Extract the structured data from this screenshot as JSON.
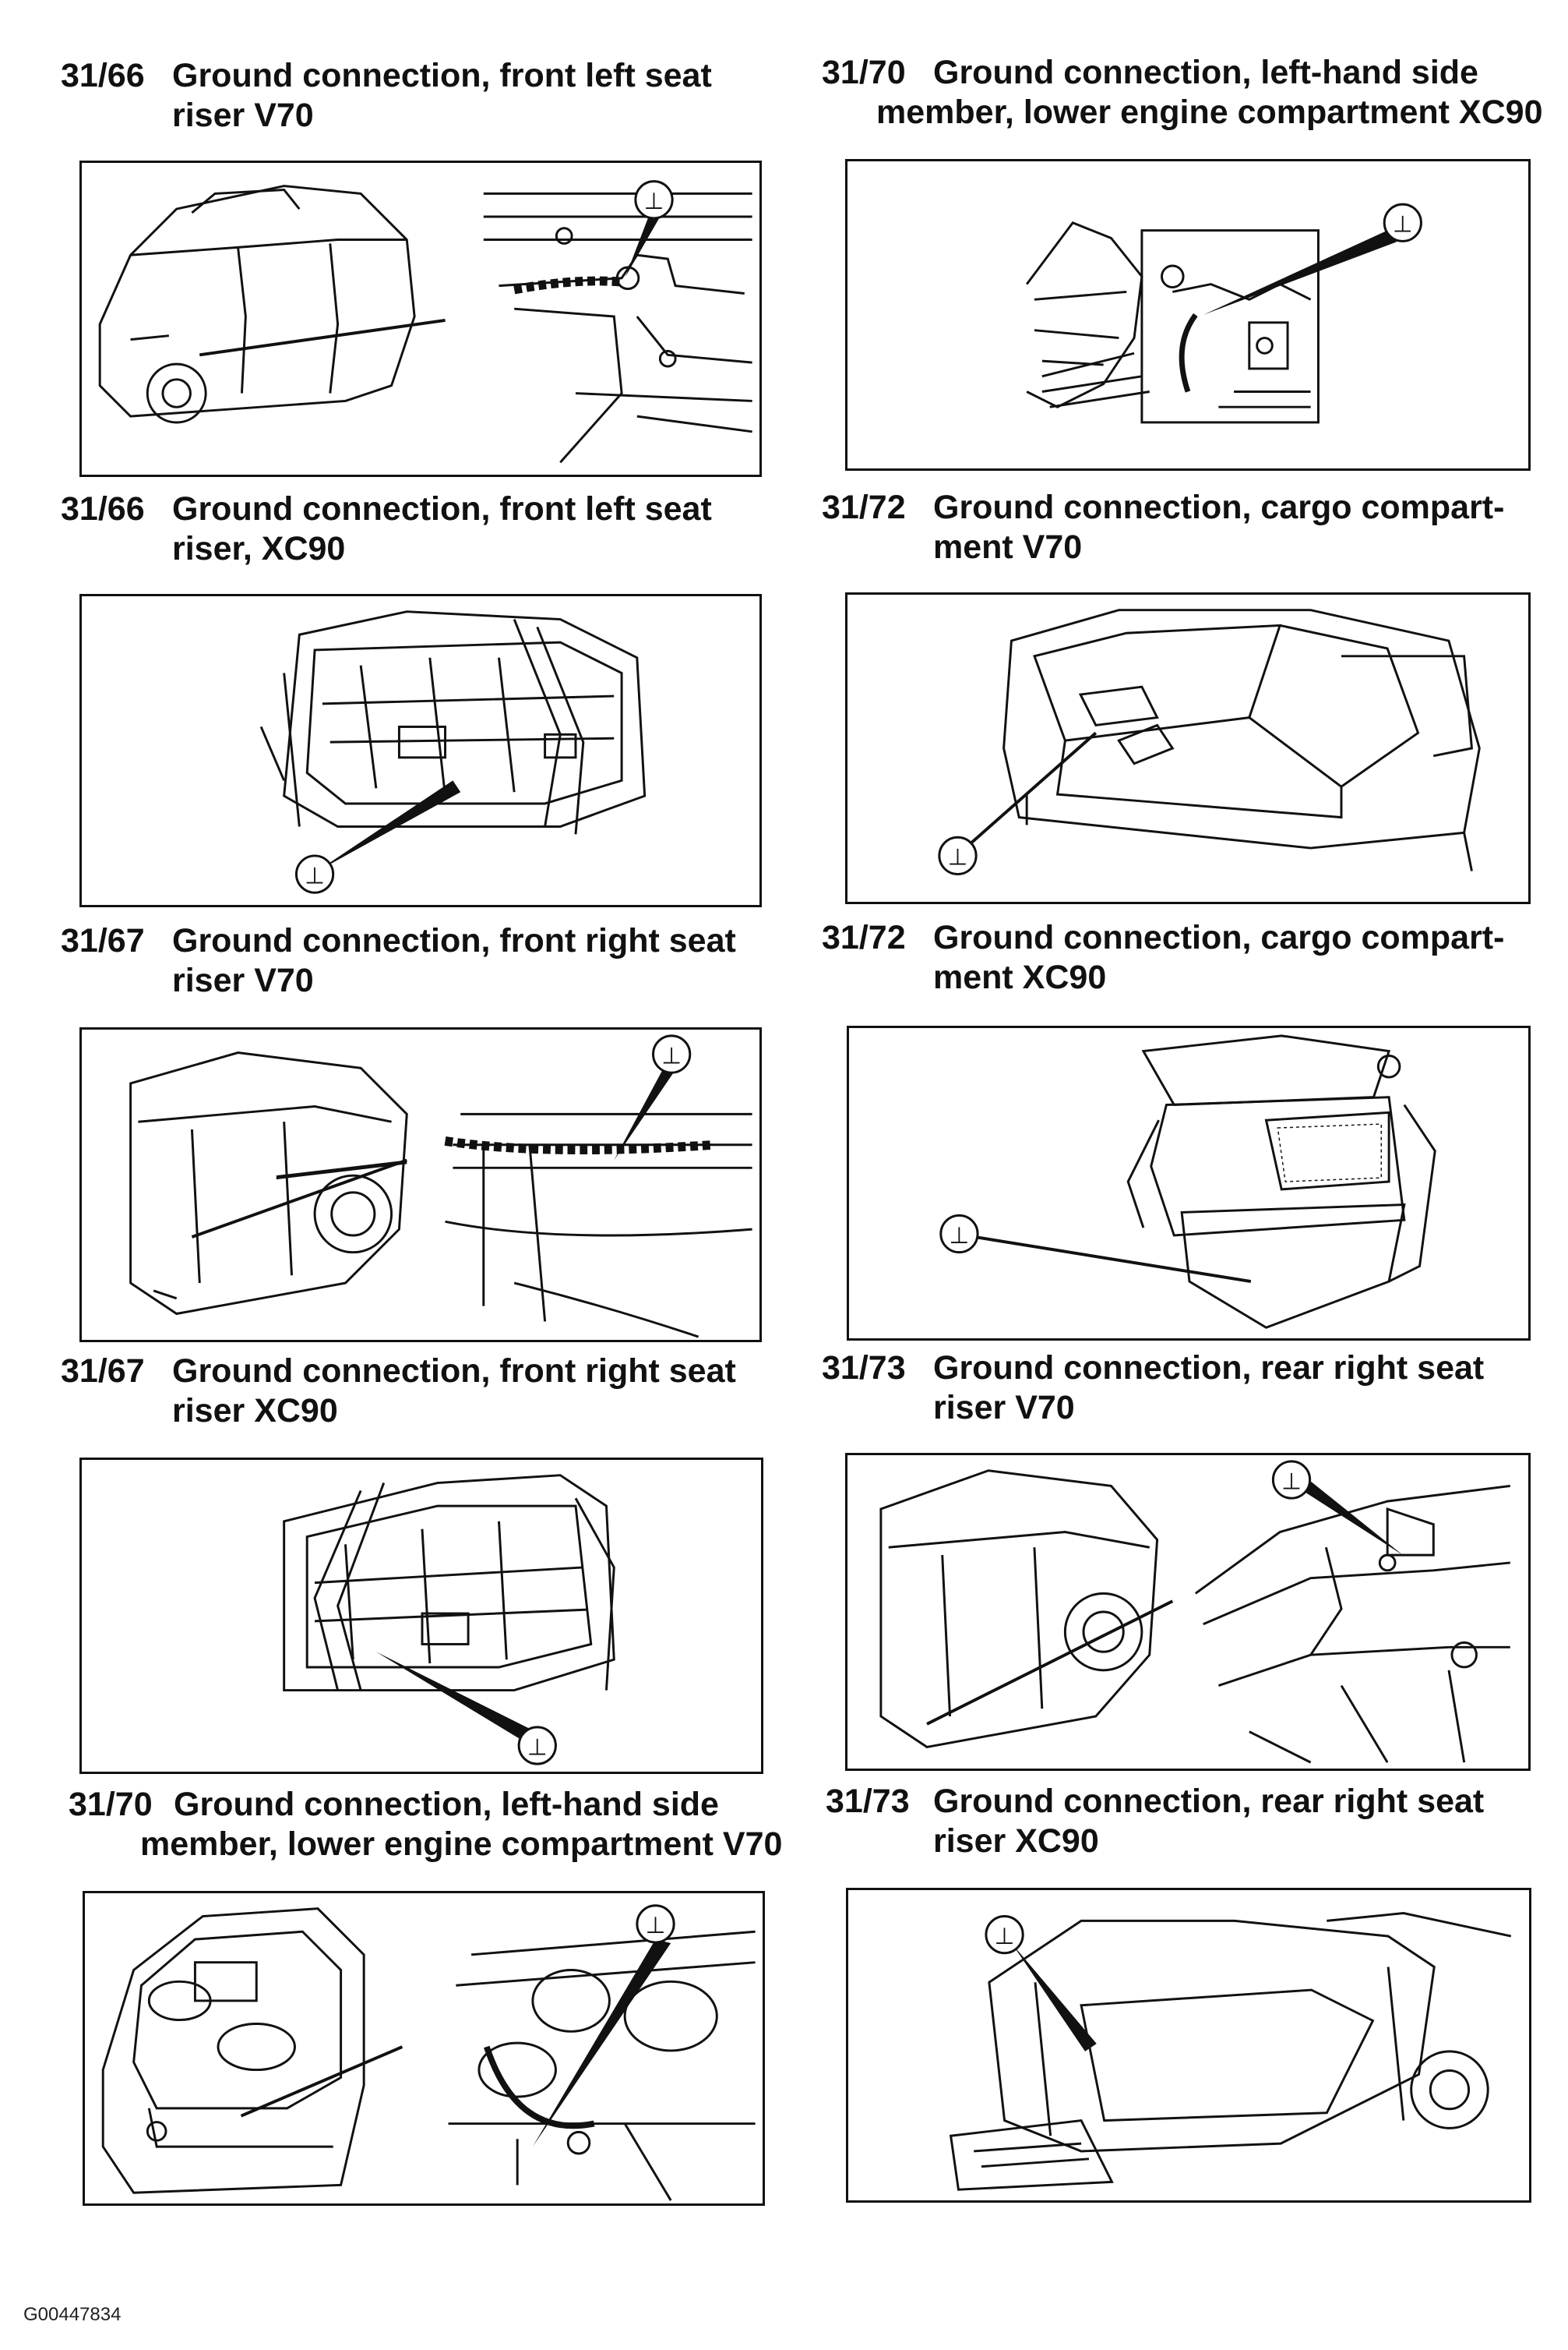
{
  "ground_symbol": "⊥",
  "entries": [
    {
      "code": "31/66",
      "line1": "Ground connection, front left seat",
      "line2": "riser V70"
    },
    {
      "code": "31/70",
      "line1": "Ground connection, left-hand side",
      "line2": "member, lower engine compartment XC90"
    },
    {
      "code": "31/66",
      "line1": "Ground connection, front left seat",
      "line2": "riser, XC90"
    },
    {
      "code": "31/72",
      "line1": "Ground connection, cargo compart-",
      "line2": "ment V70"
    },
    {
      "code": "31/67",
      "line1": "Ground connection, front right seat",
      "line2": "riser V70"
    },
    {
      "code": "31/72",
      "line1": "Ground connection, cargo compart-",
      "line2": "ment XC90"
    },
    {
      "code": "31/67",
      "line1": "Ground connection, front right seat",
      "line2": "riser XC90"
    },
    {
      "code": "31/73",
      "line1": "Ground connection, rear right seat",
      "line2": "riser V70"
    },
    {
      "code": "31/70",
      "line1": "Ground connection, left-hand side",
      "line2": "member, lower engine compartment V70"
    },
    {
      "code": "31/73",
      "line1": "Ground connection, rear right seat",
      "line2": "riser XC90"
    }
  ],
  "footer": {
    "figure_code": "G00447834"
  }
}
